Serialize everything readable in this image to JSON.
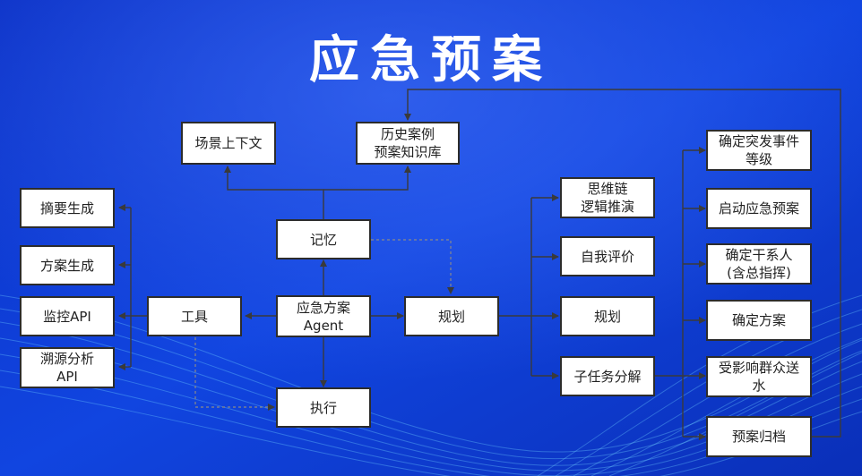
{
  "title": "应急预案",
  "nodes": {
    "scene_context": "场景上下文",
    "history_cases": "历史案例\n预案知识库",
    "summary_gen": "摘要生成",
    "plan_gen": "方案生成",
    "monitor_api": "监控API",
    "trace_api": "溯源分析\nAPI",
    "tools": "工具",
    "memory": "记忆",
    "agent": "应急方案\nAgent",
    "planning": "规划",
    "execute": "执行",
    "chain_of_thought": "思维链\n逻辑推演",
    "self_eval": "自我评价",
    "planning2": "规划",
    "subtask": "子任务分解",
    "confirm_level": "确定突发事件\n等级",
    "start_plan": "启动应急预案",
    "confirm_party": "确定干系人\n(含总指挥)",
    "confirm_solution": "确定方案",
    "deliver_water": "受影响群众送\n水",
    "archive": "预案归档"
  },
  "colors": {
    "background": "#0d3ad6",
    "box_fill": "#ffffff",
    "box_border": "#2c2c2c",
    "line": "#3a3a3a",
    "title": "#ffffff"
  }
}
